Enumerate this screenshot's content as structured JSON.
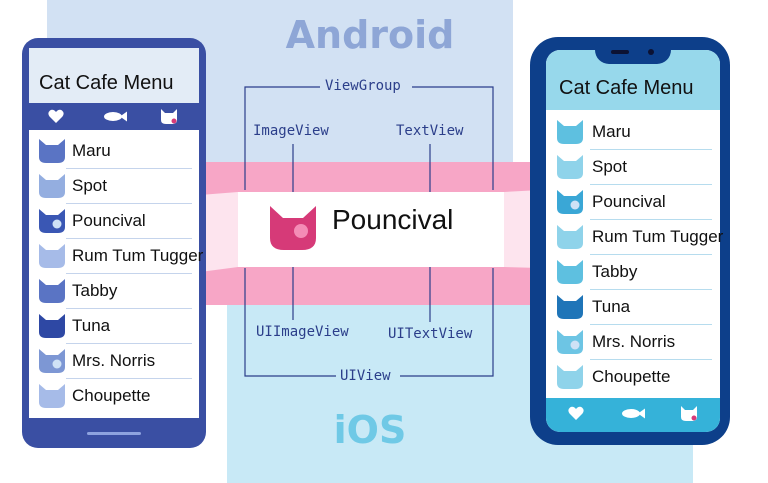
{
  "platforms": {
    "android": "Android",
    "ios": "iOS"
  },
  "android_views": {
    "container": "ViewGroup",
    "image": "ImageView",
    "text": "TextView"
  },
  "ios_views": {
    "container": "UIView",
    "image": "UIImageView",
    "text": "UITextView"
  },
  "selected_item": "Pouncival",
  "android_phone": {
    "title": "Cat Cafe Menu",
    "tab_icons": [
      "heart-icon",
      "fish-icon",
      "cat-icon"
    ],
    "items": [
      {
        "label": "Maru",
        "icon": "cat-icon"
      },
      {
        "label": "Spot",
        "icon": "cat-icon"
      },
      {
        "label": "Pouncival",
        "icon": "cat-icon"
      },
      {
        "label": "Rum Tum Tugger",
        "icon": "cat-icon"
      },
      {
        "label": "Tabby",
        "icon": "cat-icon"
      },
      {
        "label": "Tuna",
        "icon": "cat-icon"
      },
      {
        "label": "Mrs. Norris",
        "icon": "cat-icon"
      },
      {
        "label": "Choupette",
        "icon": "cat-icon"
      }
    ]
  },
  "ios_phone": {
    "title": "Cat Cafe Menu",
    "tab_icons": [
      "heart-icon",
      "fish-icon",
      "cat-icon"
    ],
    "items": [
      {
        "label": "Maru",
        "icon": "cat-icon"
      },
      {
        "label": "Spot",
        "icon": "cat-icon"
      },
      {
        "label": "Pouncival",
        "icon": "cat-icon"
      },
      {
        "label": "Rum Tum Tugger",
        "icon": "cat-icon"
      },
      {
        "label": "Tabby",
        "icon": "cat-icon"
      },
      {
        "label": "Tuna",
        "icon": "cat-icon"
      },
      {
        "label": "Mrs. Norris",
        "icon": "cat-icon"
      },
      {
        "label": "Choupette",
        "icon": "cat-icon"
      }
    ]
  },
  "colors": {
    "android_bg": "#d2e1f3",
    "ios_bg": "#c8e9f6",
    "band": "#f7a6c6",
    "android_phone": "#3a4fa3",
    "ios_phone": "#0d3f8a",
    "accent": "#d63a78"
  }
}
